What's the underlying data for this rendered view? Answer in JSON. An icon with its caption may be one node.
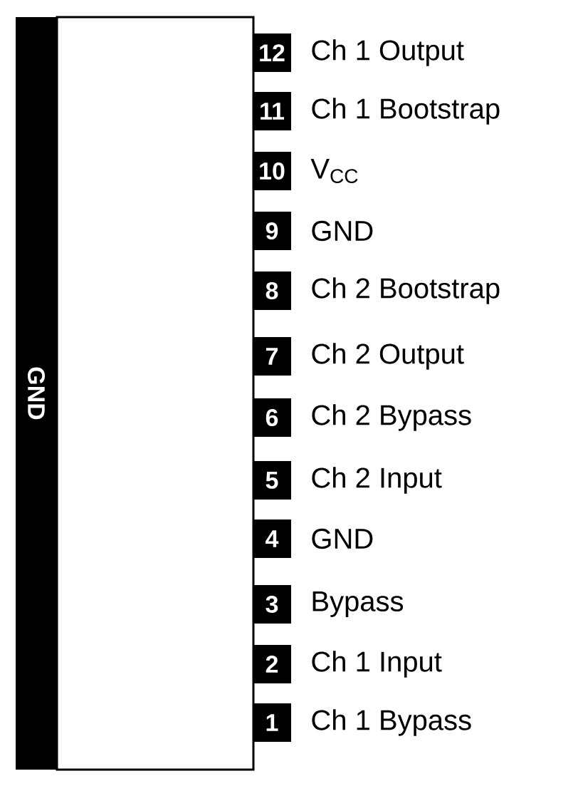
{
  "diagram": {
    "nodes": [
      {
        "text": [
          "GND"
        ]
      },
      {
        "text": [],
        "shape": "box"
      },
      {
        "text": [
          "12"
        ],
        "beside": [
          "Ch 1 Output"
        ]
      },
      {
        "text": [
          "11"
        ],
        "beside": [
          "Ch 1 Bootstrap"
        ]
      },
      {
        "text": [
          "10"
        ],
        "beside": [
          "V$_{CC}$"
        ]
      },
      {
        "text": [
          "9"
        ],
        "beside": [
          "GND"
        ]
      },
      {
        "text": [
          "8"
        ],
        "beside": [
          "Ch 2 Bootstrap"
        ]
      },
      {
        "text": [
          "7"
        ],
        "beside": [
          "Ch 2 Output"
        ]
      },
      {
        "text": [
          "6"
        ],
        "beside": [
          "Ch 2 Bypass"
        ]
      },
      {
        "text": [
          "5"
        ],
        "beside": [
          "Ch 2 Input"
        ]
      },
      {
        "text": [
          "4"
        ],
        "beside": [
          "GND"
        ]
      },
      {
        "text": [
          "3"
        ],
        "beside": [
          "Bypass"
        ]
      },
      {
        "text": [
          "2"
        ],
        "beside": [
          "Ch 1 Input"
        ]
      },
      {
        "text": [
          "1"
        ],
        "beside": [
          "Ch 1 Bypass"
        ]
      }
    ]
  }
}
